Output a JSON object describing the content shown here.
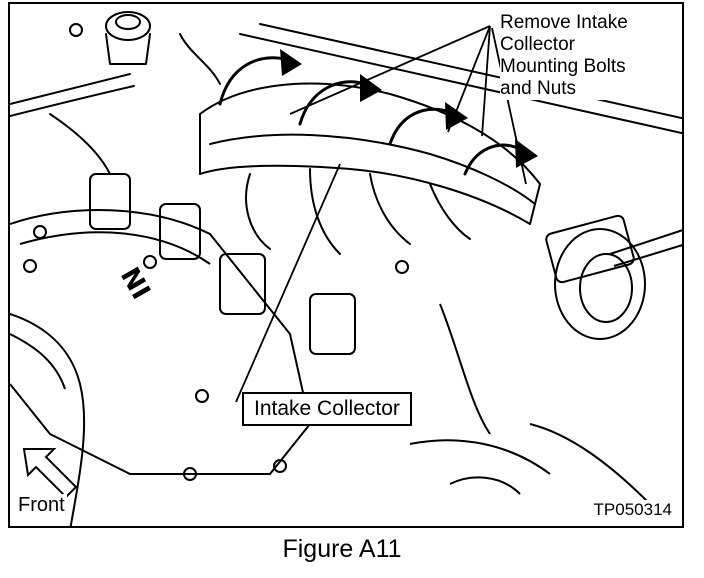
{
  "figure": {
    "caption": "Figure A11",
    "code": "TP050314"
  },
  "callouts": {
    "remove_lines": [
      "Remove Intake",
      "Collector",
      "Mounting Bolts",
      "and Nuts"
    ],
    "intake_collector": "Intake Collector",
    "front": "Front"
  },
  "engine_marking": "NI",
  "colors": {
    "ink": "#000000",
    "paper": "#ffffff"
  }
}
